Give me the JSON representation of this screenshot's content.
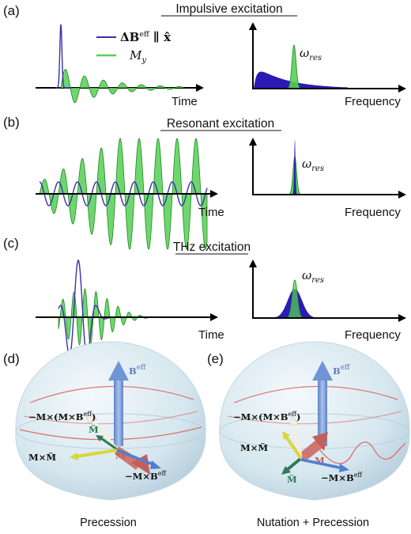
{
  "panels": {
    "a": {
      "label": "(a)",
      "title": "Impulsive excitation",
      "x_axis": "Time",
      "freq_axis": "Frequency",
      "legend": {
        "field": "ΔB^eff ∥ x̂",
        "field_main": "ΔB",
        "field_sup": "eff",
        "field_tail": " ∥ x̂",
        "magnetization": "M_y",
        "mag_main": "M",
        "mag_sub": "y"
      },
      "resonance": "ω_res",
      "res_main": "ω",
      "res_sub": "res"
    },
    "b": {
      "label": "(b)",
      "title": "Resonant excitation",
      "x_axis": "Time",
      "freq_axis": "Frequency",
      "resonance": "ω_res",
      "res_main": "ω",
      "res_sub": "res"
    },
    "c": {
      "label": "(c)",
      "title": "THz excitation",
      "x_axis": "Time",
      "freq_axis": "Frequency",
      "resonance": "ω_res",
      "res_main": "ω",
      "res_sub": "res"
    },
    "d": {
      "label": "(d)",
      "caption": "Precession",
      "vectors": {
        "beff": "B",
        "beff_sup": "eff",
        "m": "M",
        "mddot": "M̈",
        "damping": "−M×(M×B",
        "damping_sup": "eff",
        "damping_close": ")",
        "m_cross_mddot": "M×M̈",
        "torque": "−M×B",
        "torque_sup": "eff"
      }
    },
    "e": {
      "label": "(e)",
      "caption": "Nutation + Precession",
      "vectors": {
        "beff": "B",
        "beff_sup": "eff",
        "m": "M",
        "mddot": "M̈",
        "damping": "−M×(M×B",
        "damping_sup": "eff",
        "damping_close": ")",
        "m_cross_mddot": "M×M̈",
        "torque": "−M×B",
        "torque_sup": "eff"
      }
    }
  },
  "colors": {
    "field": "#3b2fa8",
    "field_fill": "#2b1bb5",
    "magnetization_fill": "#56cf56",
    "magnetization_stroke": "#1d8a1d",
    "beff_arrow": "#6f95d6",
    "m_arrow": "#cf7672",
    "sphere": "#cfe3ec",
    "trajectory": "#d9706a",
    "torque_arrow": "#4f7fd0",
    "mddot_arrow": "#2e7a5a",
    "mxmddot_arrow": "#d8d63a",
    "damping_arrow": "#f3efe0"
  }
}
